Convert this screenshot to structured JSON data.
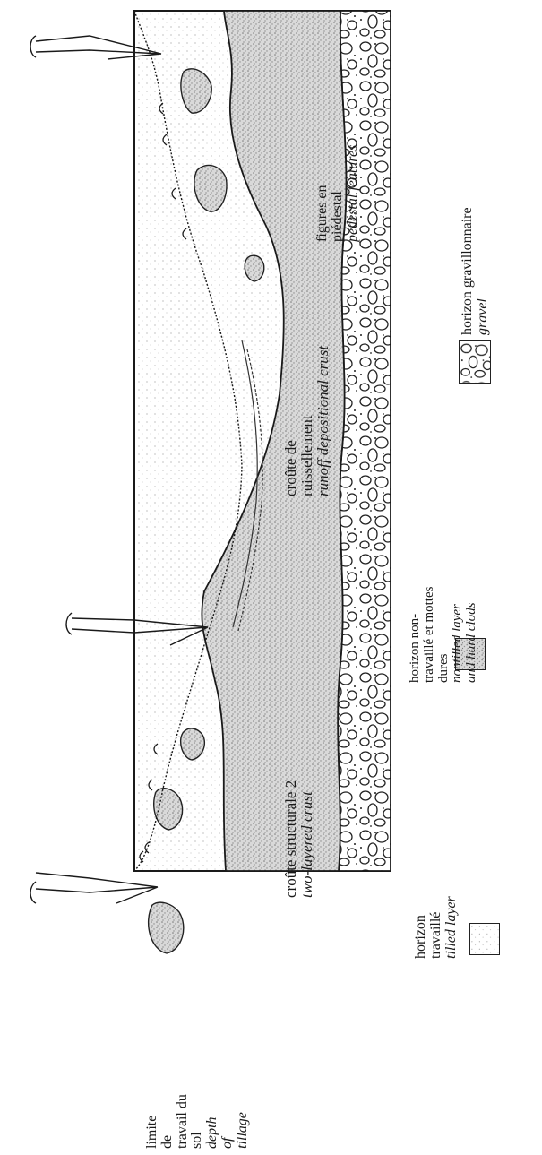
{
  "diagram": {
    "depth_label": {
      "fr": [
        "limite",
        "de",
        "travail du",
        "sol"
      ],
      "en": [
        "depth",
        "of",
        "tillage"
      ]
    },
    "annotations": {
      "structural_crust": {
        "fr": "croûte structurale 2",
        "en": "two-layered crust"
      },
      "runoff_crust": {
        "fr": [
          "croûte de",
          "ruissellement"
        ],
        "en": "runoff depositional crust"
      },
      "pedestal": {
        "fr": [
          "figures en",
          "piédestal"
        ],
        "en": "pedestal features"
      }
    },
    "legend": [
      {
        "fr": [
          "horizon",
          "travaillé"
        ],
        "en": [
          "tilled layer"
        ]
      },
      {
        "fr": [
          "horizon non-",
          "travaillé et mottes",
          "dures"
        ],
        "en": [
          "nontilled layer",
          "and hard clods"
        ]
      },
      {
        "fr": [
          "horizon gravillonnaire"
        ],
        "en": [
          "gravel"
        ]
      }
    ]
  }
}
